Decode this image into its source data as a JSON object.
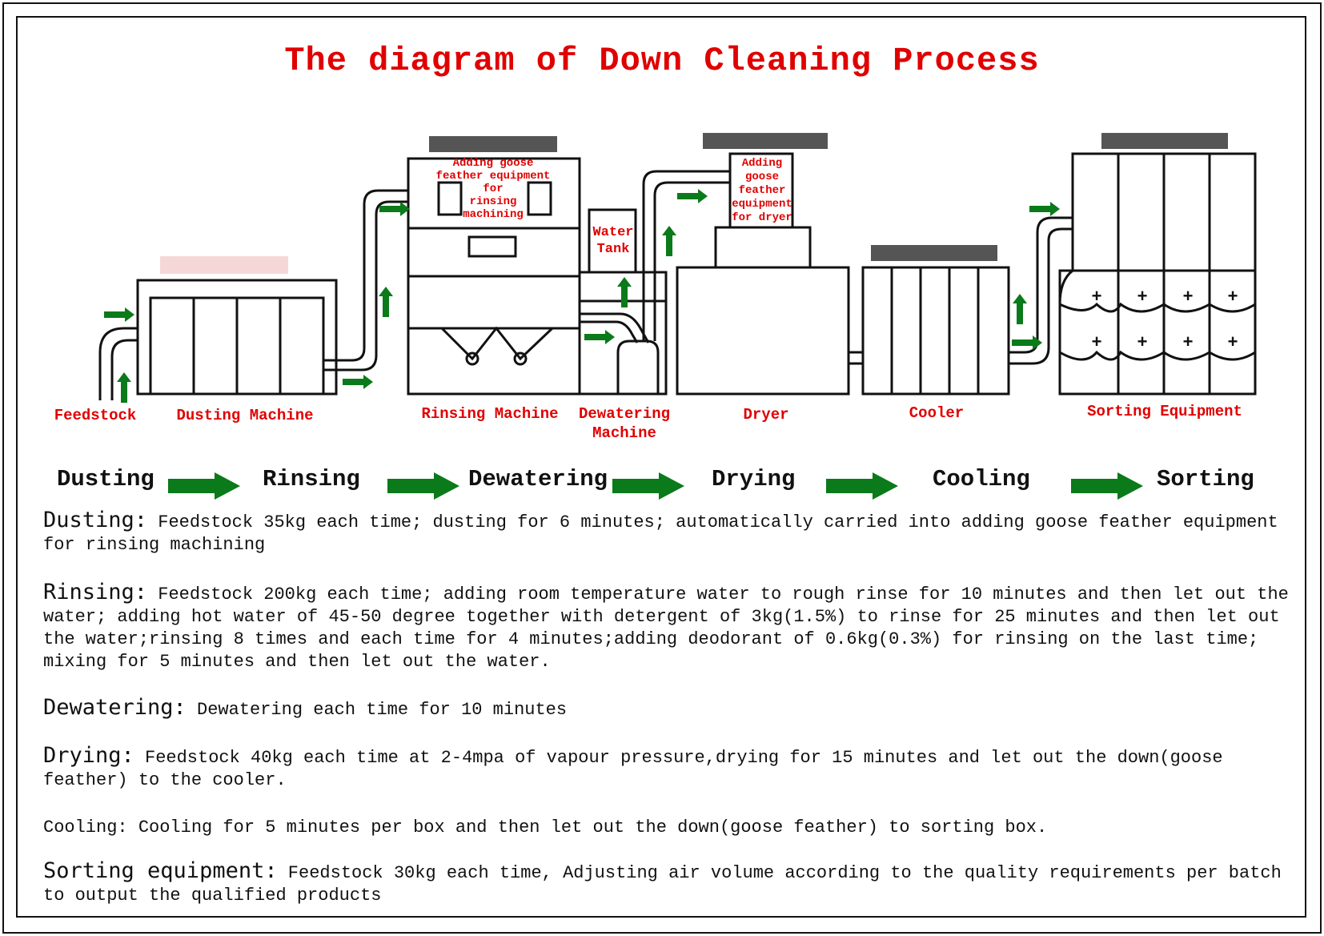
{
  "title": "The diagram of Down Cleaning Process",
  "colors": {
    "label_red": "#e00000",
    "arrow_green": "#0a7a1a",
    "line": "#111111",
    "cover_gray": "#555555"
  },
  "machine_labels": {
    "feedstock": "Feedstock",
    "dusting": "Dusting Machine",
    "rinsing": "Rinsing Machine",
    "dewatering_1": "Dewatering",
    "dewatering_2": "Machine",
    "dryer": "Dryer",
    "cooler": "Cooler",
    "sorting": "Sorting Equipment"
  },
  "inner_labels": {
    "rinse_feed": [
      "Adding goose",
      "feather equipment",
      "for",
      "rinsing",
      "machining"
    ],
    "water_tank": [
      "Water",
      "Tank"
    ],
    "dryer_feed": [
      "Adding",
      "goose",
      "feather",
      "equipment",
      "for dryer"
    ]
  },
  "steps": [
    "Dusting",
    "Rinsing",
    "Dewatering",
    "Drying",
    "Cooling",
    "Sorting"
  ],
  "descriptions": [
    {
      "head": "Dusting:",
      "text": " Feedstock 35kg each time; dusting for 6 minutes; automatically carried into adding goose feather equipment for rinsing machining"
    },
    {
      "head": "Rinsing:",
      "text": " Feedstock 200kg each time; adding room temperature water to rough rinse for 10 minutes and then let out the water; adding hot water of 45-50 degree together with detergent of 3kg(1.5%) to rinse for 25 minutes and then let out the water;rinsing 8 times and each time for 4 minutes;adding deodorant of 0.6kg(0.3%) for rinsing on the last time; mixing for 5 minutes and then let out the water."
    },
    {
      "head": "Dewatering:",
      "text": " Dewatering each time for 10 minutes"
    },
    {
      "head": "Drying:",
      "text": " Feedstock 40kg each time at 2-4mpa of vapour pressure,drying for 15 minutes and let out the down(goose feather) to the cooler."
    },
    {
      "head": "",
      "text": "Cooling: Cooling for 5 minutes per box and then let out the down(goose feather) to sorting box."
    },
    {
      "head": "Sorting equipment:",
      "text": " Feedstock 30kg each time, Adjusting air volume according to the quality requirements per batch to output the qualified products"
    }
  ]
}
